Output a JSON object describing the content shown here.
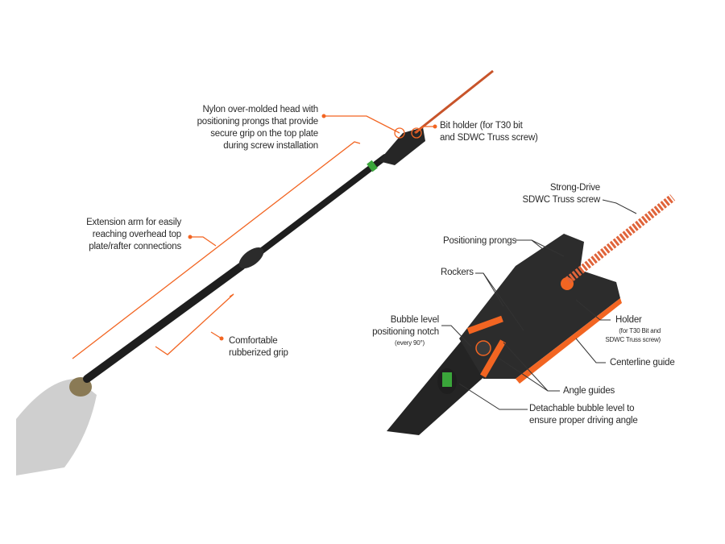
{
  "colors": {
    "accent": "#f26522",
    "tool": "#1e1e1e",
    "level": "#3aa63a"
  },
  "overview": {
    "head_label": [
      "Nylon over-molded head with",
      "positioning prongs that provide",
      "secure grip on the top plate",
      "during screw installation"
    ],
    "bit_holder_label": [
      "Bit holder (for T30 bit",
      "and SDWC Truss screw)"
    ],
    "extension_label": [
      "Extension arm for easily",
      "reaching overhead top",
      "plate/rafter connections"
    ],
    "grip_label": [
      "Comfortable",
      "rubberized grip"
    ]
  },
  "detail": {
    "screw_label": [
      "Strong-Drive",
      "SDWC Truss screw"
    ],
    "prongs_label": "Positioning prongs",
    "rockers_label": "Rockers",
    "notch_label": [
      "Bubble level",
      "positioning notch"
    ],
    "notch_note": "(every 90°)",
    "holder_label": "Holder",
    "holder_note": [
      "(for T30 Bit and",
      "SDWC Truss screw)"
    ],
    "centerline_label": "Centerline guide",
    "angle_label": "Angle guides",
    "level_label": [
      "Detachable bubble level to",
      "ensure proper driving angle"
    ]
  }
}
